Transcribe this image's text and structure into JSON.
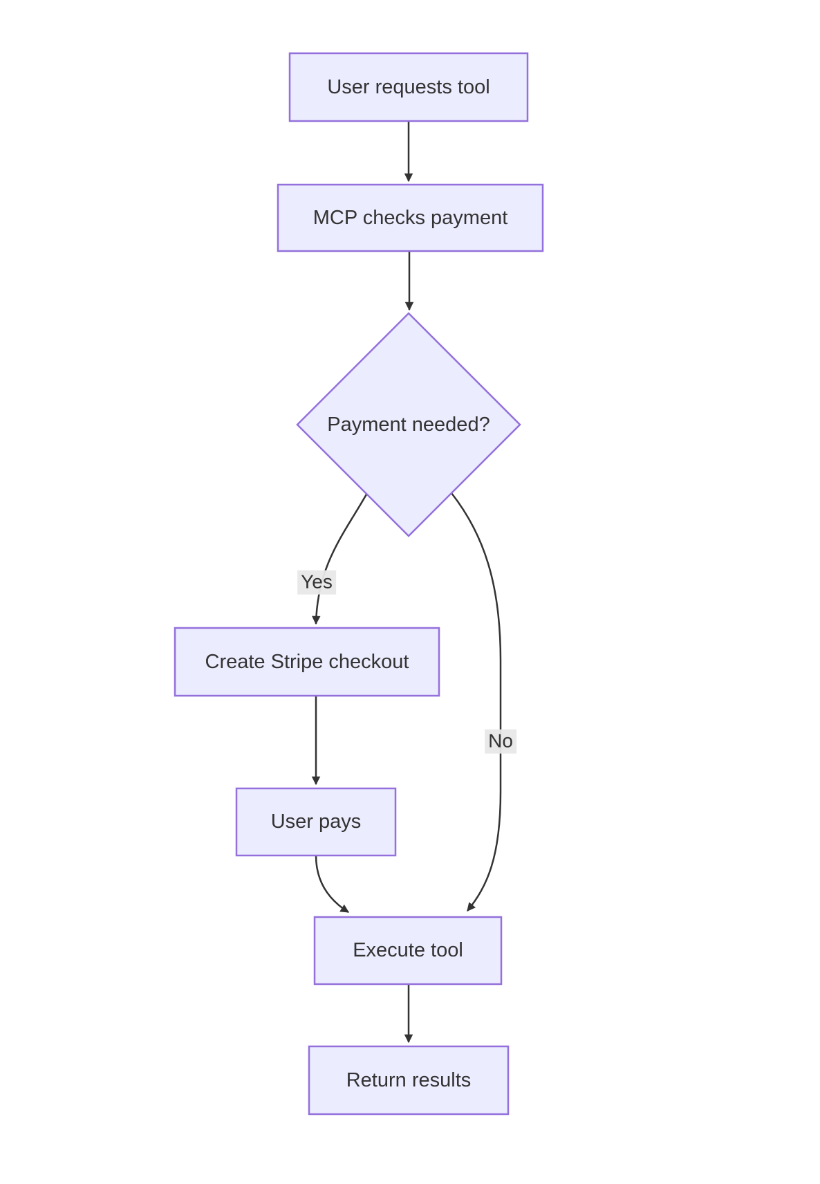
{
  "diagram": {
    "type": "flowchart",
    "direction": "top-down",
    "nodes": [
      {
        "id": "A",
        "shape": "rectangle",
        "label": "User requests tool"
      },
      {
        "id": "B",
        "shape": "rectangle",
        "label": "MCP checks payment"
      },
      {
        "id": "C",
        "shape": "diamond",
        "label": "Payment needed?"
      },
      {
        "id": "D",
        "shape": "rectangle",
        "label": "Create Stripe checkout"
      },
      {
        "id": "E",
        "shape": "rectangle",
        "label": "User pays"
      },
      {
        "id": "F",
        "shape": "rectangle",
        "label": "Execute tool"
      },
      {
        "id": "G",
        "shape": "rectangle",
        "label": "Return results"
      }
    ],
    "edges": [
      {
        "from": "A",
        "to": "B",
        "label": ""
      },
      {
        "from": "B",
        "to": "C",
        "label": ""
      },
      {
        "from": "C",
        "to": "D",
        "label": "Yes"
      },
      {
        "from": "C",
        "to": "F",
        "label": "No"
      },
      {
        "from": "D",
        "to": "E",
        "label": ""
      },
      {
        "from": "E",
        "to": "F",
        "label": ""
      },
      {
        "from": "F",
        "to": "G",
        "label": ""
      }
    ],
    "colors": {
      "node_fill": "#ECECFF",
      "node_border": "#9370DB",
      "edge_line": "#333333",
      "text": "#333333",
      "edge_label_bg": "#E8E8E8",
      "background": "#FFFFFF"
    }
  }
}
